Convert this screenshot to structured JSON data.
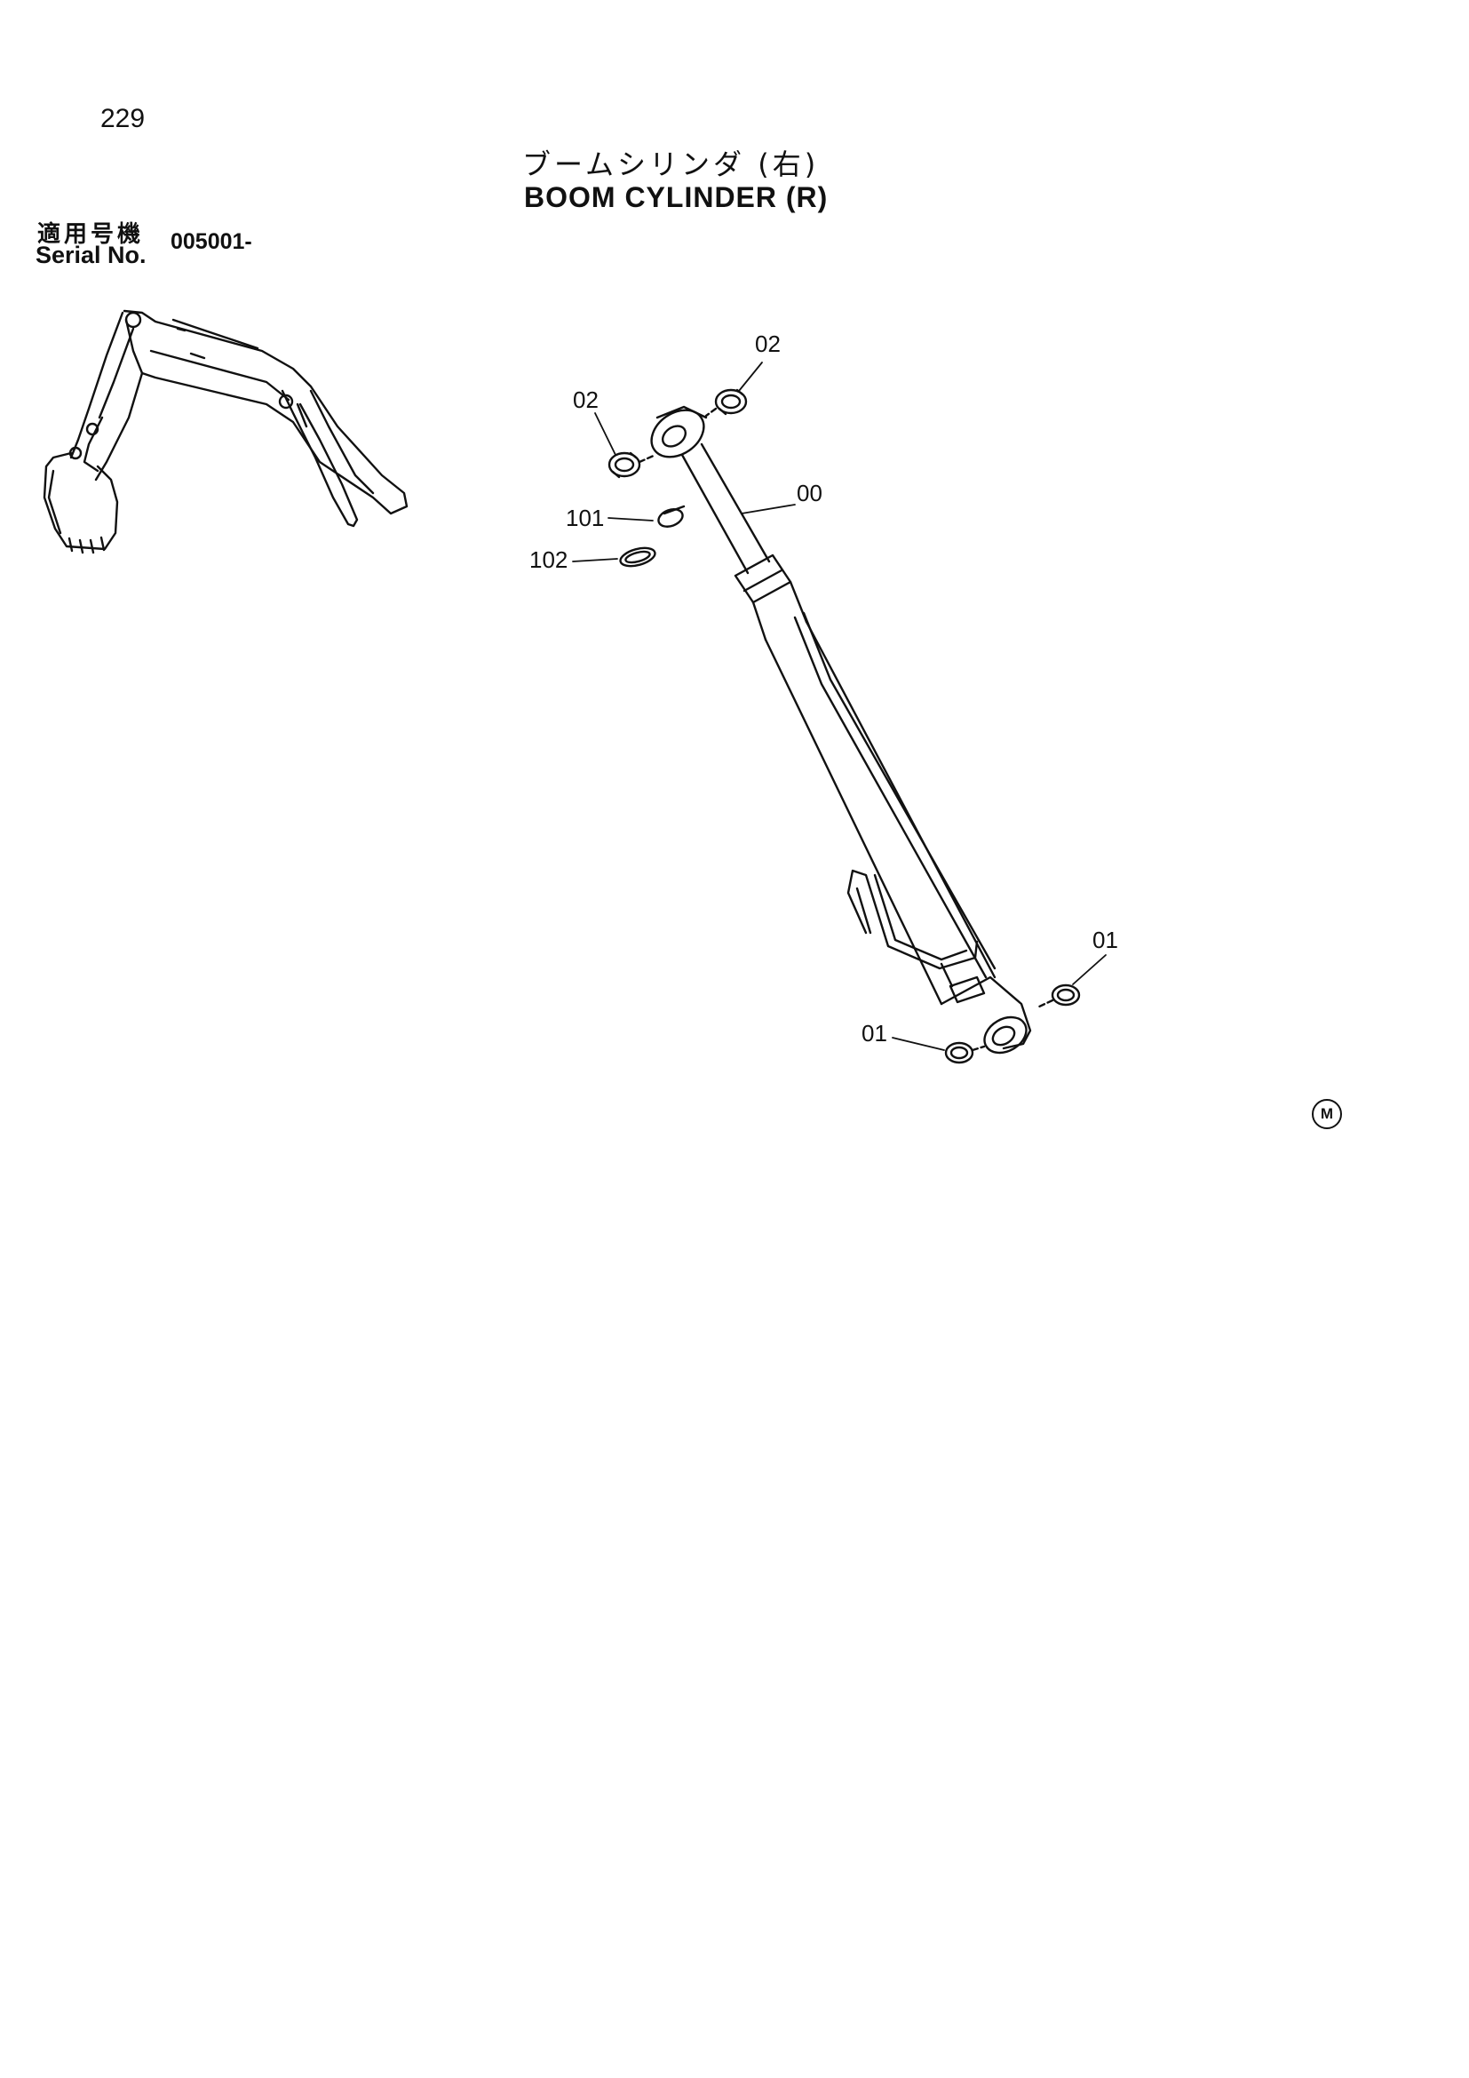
{
  "page": {
    "number": "229",
    "title_jp": "ブームシリンダ (右)",
    "title_en": "BOOM CYLINDER (R)",
    "serial_label_jp": "適用号機",
    "serial_label_en": "Serial No.",
    "serial_value": "005001-",
    "mark": "M"
  },
  "callouts": {
    "c02a": "02",
    "c02b": "02",
    "c00": "00",
    "c101": "101",
    "c102": "102",
    "c01a": "01",
    "c01b": "01"
  },
  "colors": {
    "ink": "#111111",
    "paper": "#ffffff"
  }
}
